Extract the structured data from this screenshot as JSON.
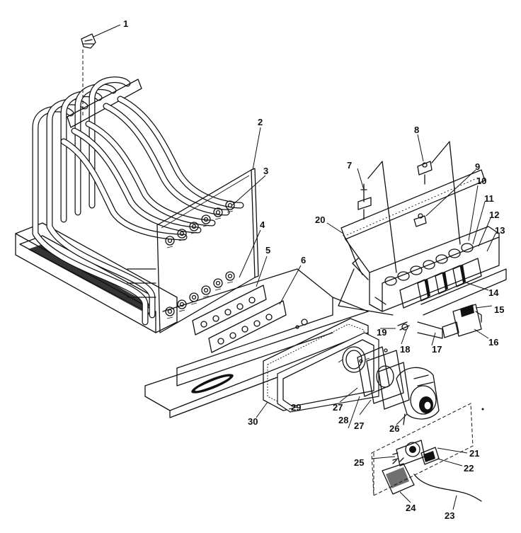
{
  "callouts": [
    {
      "num": "1"
    },
    {
      "num": "2"
    },
    {
      "num": "3"
    },
    {
      "num": "4"
    },
    {
      "num": "5"
    },
    {
      "num": "6"
    },
    {
      "num": "7"
    },
    {
      "num": "8"
    },
    {
      "num": "9"
    },
    {
      "num": "10"
    },
    {
      "num": "11"
    },
    {
      "num": "12"
    },
    {
      "num": "13"
    },
    {
      "num": "14"
    },
    {
      "num": "15"
    },
    {
      "num": "16"
    },
    {
      "num": "17"
    },
    {
      "num": "18"
    },
    {
      "num": "19"
    },
    {
      "num": "20"
    },
    {
      "num": "21"
    },
    {
      "num": "22"
    },
    {
      "num": "23"
    },
    {
      "num": "24"
    },
    {
      "num": "25"
    },
    {
      "num": "26"
    },
    {
      "num": "27"
    },
    {
      "num": "27"
    },
    {
      "num": "28"
    },
    {
      "num": "29"
    },
    {
      "num": "30"
    }
  ]
}
